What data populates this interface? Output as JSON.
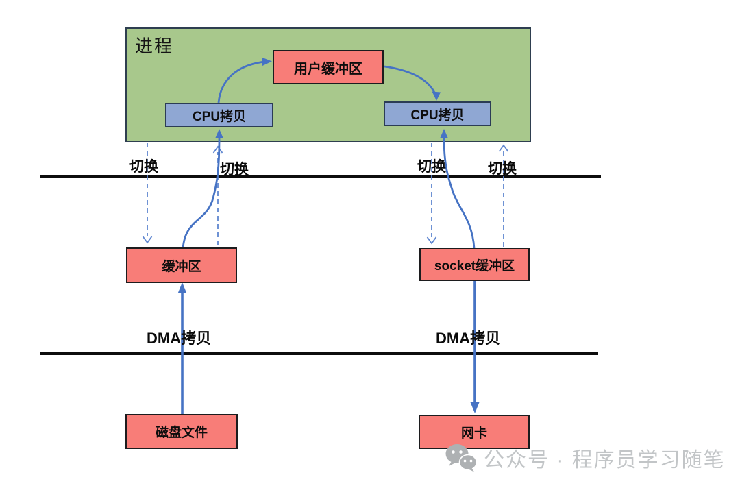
{
  "colors": {
    "process_bg": "#a8c88c",
    "buffer_fill": "#f87d78",
    "cpu_fill": "#8fa7d3",
    "arrow_solid": "#4673c4",
    "arrow_dashed": "#5f86d0",
    "boundary_line": "#0d0d0d",
    "watermark_gray": "#c2c5c7"
  },
  "process": {
    "label": "进程"
  },
  "boxes": {
    "user_buffer": {
      "label": "用户缓冲区"
    },
    "cpu_copy_left": {
      "label": "CPU拷贝"
    },
    "cpu_copy_right": {
      "label": "CPU拷贝"
    },
    "kernel_buffer": {
      "label": "缓冲区"
    },
    "socket_buffer": {
      "label": "socket缓冲区"
    },
    "disk_file": {
      "label": "磁盘文件"
    },
    "nic": {
      "label": "网卡"
    }
  },
  "labels": {
    "switch_left_1": "切换",
    "switch_left_2": "切换",
    "switch_right_1": "切换",
    "switch_right_2": "切换",
    "dma_left": "DMA拷贝",
    "dma_right": "DMA拷贝"
  },
  "watermark": {
    "icon": "wechat-icon",
    "text": "公众号 · 程序员学习随笔"
  }
}
